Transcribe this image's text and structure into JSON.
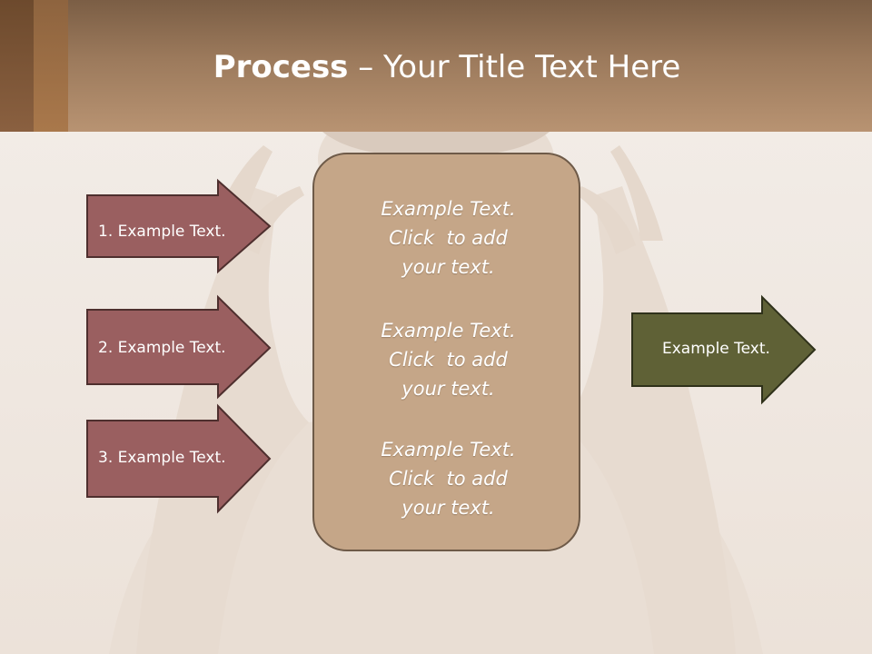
{
  "colors": {
    "header_top": "#7b5e45",
    "header_bottom": "#b89372",
    "left_arrow_fill": "#9a5f60",
    "left_arrow_stroke": "#4e2f2e",
    "right_arrow_fill": "#5f6136",
    "right_arrow_stroke": "#2f311a",
    "center_box_fill": "#c5a688",
    "center_box_stroke": "#6e5a48",
    "background": "#f1ebe5"
  },
  "title": {
    "bold": "Process",
    "rest": " – Your Title Text Here"
  },
  "left_arrows": [
    {
      "label": "1. Example Text."
    },
    {
      "label": "2. Example Text."
    },
    {
      "label": "3. Example Text."
    }
  ],
  "center_box": {
    "paragraphs": [
      {
        "line1": "Example Text.",
        "line2": "Click  to add",
        "line3": "your text."
      },
      {
        "line1": "Example Text.",
        "line2": "Click  to add",
        "line3": "your text."
      },
      {
        "line1": "Example Text.",
        "line2": "Click  to add",
        "line3": "your text."
      }
    ]
  },
  "right_arrow": {
    "label": "Example Text."
  }
}
